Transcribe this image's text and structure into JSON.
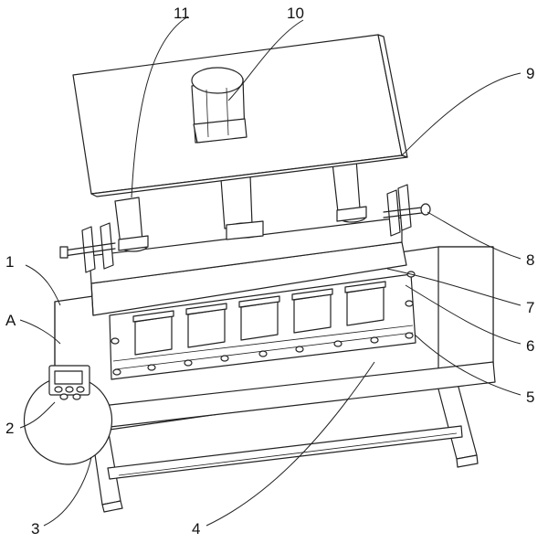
{
  "callouts": {
    "n1": "1",
    "n2": "2",
    "n3": "3",
    "n4": "4",
    "n5": "5",
    "n6": "6",
    "n7": "7",
    "n8": "8",
    "n9": "9",
    "n10": "10",
    "n11": "11",
    "nA": "A"
  }
}
